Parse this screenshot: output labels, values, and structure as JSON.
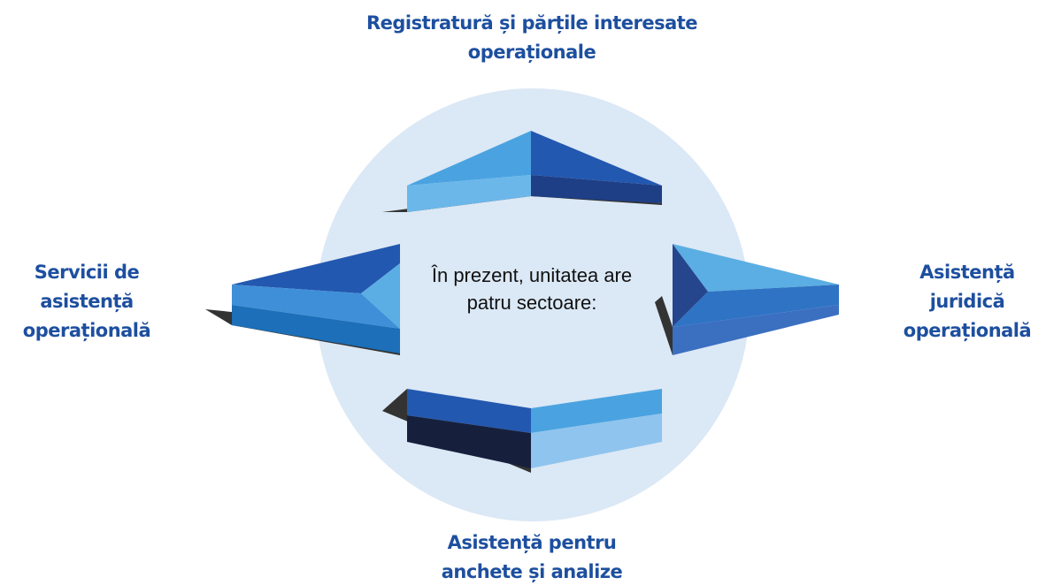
{
  "center_text": {
    "line1": "În prezent, unitatea are",
    "line2": "patru sectoare:"
  },
  "sectors": {
    "top": {
      "line1": "Registratură și părțile interesate",
      "line2": "operaționale"
    },
    "right": {
      "line1": "Asistență",
      "line2": "juridică",
      "line3": "operațională"
    },
    "bottom": {
      "line1": "Asistență pentru",
      "line2": "anchete și analize"
    },
    "left": {
      "line1": "Servicii de",
      "line2": "asistență",
      "line3": "operațională"
    }
  },
  "colors": {
    "label_text": "#1d4f9f",
    "circle_fill": "#dbe8f5",
    "chevron_light": "#5aaee3",
    "chevron_mid": "#2f73c4",
    "chevron_dark": "#1e4f9e",
    "shadow": "#3a3a3a"
  }
}
